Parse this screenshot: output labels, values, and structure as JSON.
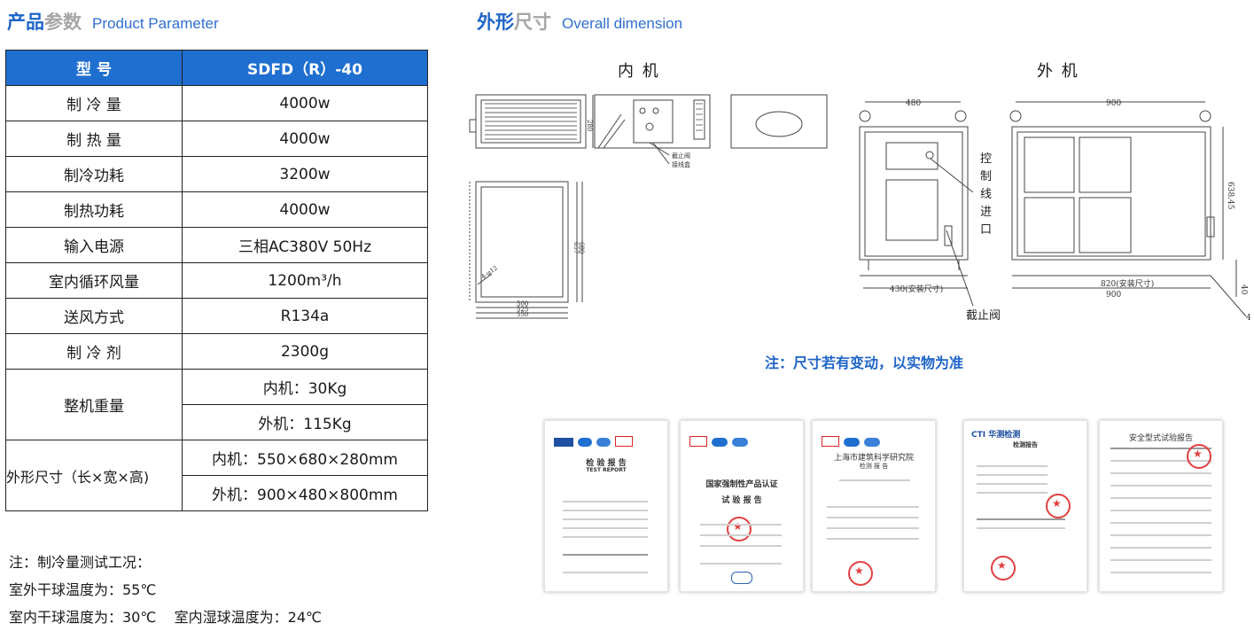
{
  "left": {
    "title_k1": "产品",
    "title_k2": "参数",
    "title_en": "Product Parameter",
    "table": {
      "header": [
        "型 号",
        "SDFD（R）-40"
      ],
      "rows": [
        [
          "制 冷 量",
          "4000w"
        ],
        [
          "制 热 量",
          "4000w"
        ],
        [
          "制冷功耗",
          "3200w"
        ],
        [
          "制热功耗",
          "4000w"
        ],
        [
          "输入电源",
          "三相AC380V 50Hz"
        ],
        [
          "室内循环风量",
          "1200m³/h"
        ],
        [
          "送风方式",
          "R134a"
        ],
        [
          "制 冷 剂",
          "2300g"
        ]
      ],
      "weight_label": "整机重量",
      "weight_values": [
        "内机：30Kg",
        "外机：115Kg"
      ],
      "size_label": "外形尺寸（长×宽×高)",
      "size_values": [
        "内机：550×680×280mm",
        "外机：900×480×800mm"
      ]
    },
    "notes": [
      "注：制冷量测试工况：",
      "室外干球温度为：55℃",
      "室内干球温度为：30℃    室内湿球温度为：24℃"
    ]
  },
  "right": {
    "title_k1": "外形",
    "title_k2": "尺寸",
    "title_en": "Overall dimension",
    "inner_label": "内 机",
    "outer_label": "外 机",
    "drawing_labels": {
      "valve_small": "截止阀",
      "junction_box": "接线盒",
      "control_entry": "控\n制\n线\n进\n口",
      "valve": "截止阀",
      "dim_480": "480",
      "dim_900": "900",
      "dim_430": "430(安装尺寸)",
      "dim_820": "820(安装尺寸)",
      "dim_900b": "900",
      "dim_63845": "638.45",
      "dim_40": "40",
      "dim_4": "4",
      "dim_280": "280",
      "dim_500": "500",
      "dim_525": "525",
      "dim_550": "550",
      "dim_657": "657",
      "dim_680": "680",
      "dim_hole": "4-φ12"
    },
    "dim_note": "注：尺寸若有变动，以实物为准",
    "certificates": [
      {
        "title": "检 验 报 告",
        "sub": "TEST REPORT"
      },
      {
        "title": "国家强制性产品认证",
        "sub": "试 验 报 告"
      },
      {
        "title": "上海市建筑科学研究院",
        "sub": "检测 报 告"
      },
      {
        "title": "CTI 华测检测",
        "sub": "检测报告"
      },
      {
        "title": "安全型式试验报告",
        "sub": ""
      }
    ]
  }
}
